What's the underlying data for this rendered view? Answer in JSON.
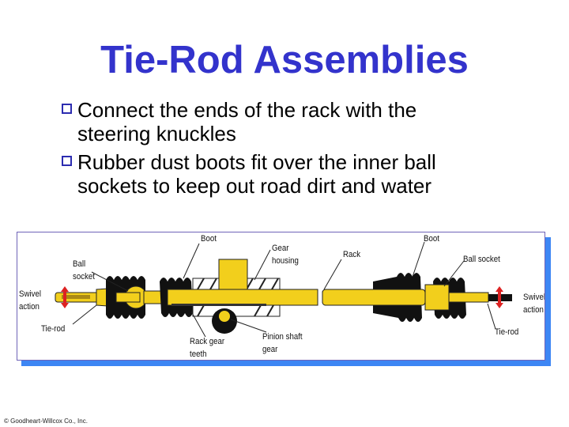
{
  "slide": {
    "title": "Tie-Rod Assemblies",
    "bullets": [
      {
        "line1": "Connect the ends of the rack with the",
        "line2": "steering knuckles"
      },
      {
        "line1": "Rubber dust boots fit over the inner ball",
        "line2": "sockets to keep out road dirt and water"
      }
    ],
    "bullet_icon": "hollow-square-bullet",
    "footer": "© Goodheart-Willcox Co., Inc."
  },
  "figure": {
    "labels": {
      "boot_left": "Boot",
      "gear_housing_1": "Gear",
      "gear_housing_2": "housing",
      "ball_socket_left_1": "Ball",
      "ball_socket_left_2": "socket",
      "swivel_left_1": "Swivel",
      "swivel_left_2": "action",
      "tie_rod_left": "Tie-rod",
      "rack_gear_teeth_1": "Rack gear",
      "rack_gear_teeth_2": "teeth",
      "pinion_1": "Pinion shaft",
      "pinion_2": "gear",
      "rack": "Rack",
      "boot_right": "Boot",
      "ball_socket_right": "Ball socket",
      "swivel_right_1": "Swivel",
      "swivel_right_2": "action",
      "tie_rod_right": "Tie-rod"
    },
    "colors": {
      "metal": "#f2cf1c",
      "boot": "#111111",
      "arrow": "#dd2222",
      "frame": "#6f63b8",
      "shadow": "#3d86f4"
    }
  }
}
